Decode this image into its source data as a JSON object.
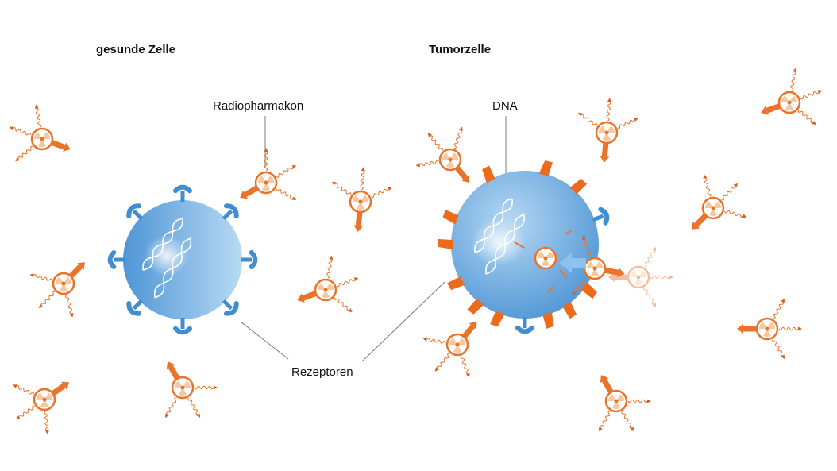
{
  "labels": {
    "healthy_cell": "gesunde Zelle",
    "tumor_cell": "Tumorzelle",
    "radiopharmaceutical": "Radiopharmakon",
    "dna": "DNA",
    "receptors": "Rezeptoren"
  },
  "colors": {
    "cell_light": "#a9d0f1",
    "cell_dark": "#4f95d6",
    "receptor_blue": "#3f8ed1",
    "receptor_orange": "#ec6a1c",
    "drug_orange": "#e8732a",
    "drug_light": "#f7c79f",
    "dna_strand": "#ffffff",
    "leader_line": "#7a7a7a",
    "text": "#111111"
  },
  "icons": {
    "radiopharmaceutical": "radiation-trefoil-icon",
    "receptor": "y-receptor-icon",
    "dna": "double-helix-icon",
    "binding_arrow": "arrow-left-icon"
  }
}
